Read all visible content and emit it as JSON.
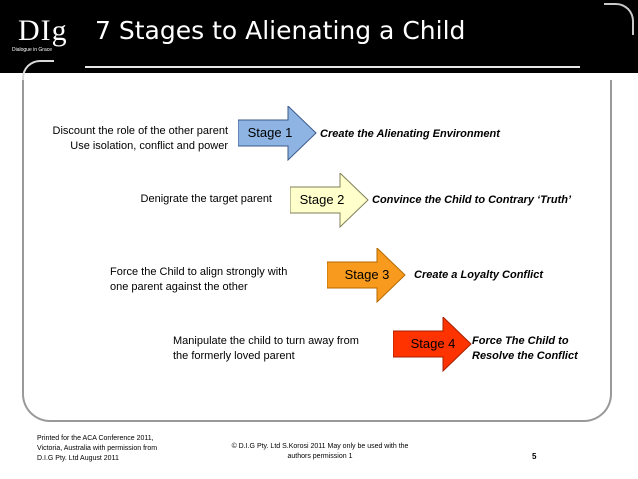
{
  "header": {
    "logo_main": "DIg",
    "logo_sub": "Dialogue in Grace",
    "title": "7 Stages to Alienating a Child"
  },
  "stages": [
    {
      "desc_lines": [
        "Discount the role of the other parent",
        "Use isolation, conflict and power"
      ],
      "label": "Stage 1",
      "outcome_lines": [
        "Create the Alienating Environment"
      ],
      "color": "#8eb4e3"
    },
    {
      "desc_lines": [
        "Denigrate the target parent"
      ],
      "label": "Stage 2",
      "outcome_lines": [
        "Convince the Child to Contrary ‘Truth’"
      ],
      "color": "#ffffcc"
    },
    {
      "desc_lines": [
        "Force the Child to align strongly with",
        "one parent against the other"
      ],
      "label": "Stage 3",
      "outcome_lines": [
        "Create a Loyalty Conflict"
      ],
      "color": "#f79a1e"
    },
    {
      "desc_lines": [
        "Manipulate the child to turn away from",
        "the formerly loved parent"
      ],
      "label": "Stage 4",
      "outcome_lines": [
        "Force The Child to",
        "Resolve the Conflict"
      ],
      "color": "#ff3300"
    }
  ],
  "footer": {
    "left_lines": [
      "Printed for the ACA Conference 2011,",
      "Victoria, Australia with permission from",
      "D.I.G Pty. Ltd August 2011"
    ],
    "center_lines": [
      "© D.I.G Pty. Ltd S.Korosi 2011 May only be used with the",
      "authors permission 1"
    ],
    "page_number": "5"
  },
  "colors": {
    "header_bg": "#000000",
    "frame": "#999999"
  }
}
